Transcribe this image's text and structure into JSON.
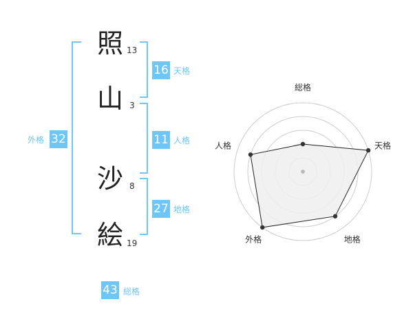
{
  "name_chars": [
    {
      "char": "照",
      "strokes": "13"
    },
    {
      "char": "山",
      "strokes": "3"
    },
    {
      "char": "沙",
      "strokes": "8"
    },
    {
      "char": "絵",
      "strokes": "19"
    }
  ],
  "fortunes": {
    "tenkaku": {
      "value": "16",
      "label": "天格"
    },
    "jinkaku": {
      "value": "11",
      "label": "人格"
    },
    "chikaku": {
      "value": "27",
      "label": "地格"
    },
    "gaikaku": {
      "value": "32",
      "label": "外格"
    },
    "soukaku": {
      "value": "43",
      "label": "総格"
    }
  },
  "radar": {
    "axes": [
      "総格",
      "天格",
      "地格",
      "外格",
      "人格"
    ],
    "scores": [
      2,
      5,
      4,
      5,
      4
    ],
    "max": 5,
    "colors": {
      "fill": "#efefef",
      "ring": "#cccccc",
      "line": "#222222",
      "point": "#333333",
      "center": "#bbbbbb"
    }
  }
}
